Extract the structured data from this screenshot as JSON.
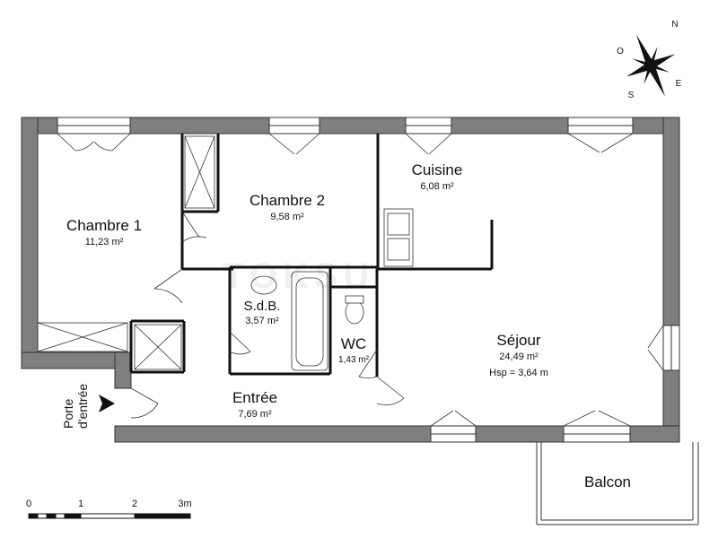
{
  "rooms": {
    "chambre1": {
      "name": "Chambre 1",
      "area": "11,23 m²"
    },
    "chambre2": {
      "name": "Chambre 2",
      "area": "9,58 m²"
    },
    "cuisine": {
      "name": "Cuisine",
      "area": "6,08 m²"
    },
    "sdb": {
      "name": "S.d.B.",
      "area": "3,57 m²"
    },
    "wc": {
      "name": "WC",
      "area": "1,43 m²"
    },
    "sejour": {
      "name": "Séjour",
      "area": "24,49 m²",
      "hsp": "Hsp = 3,64 m"
    },
    "entree": {
      "name": "Entrée",
      "area": "7,69 m²"
    },
    "balcon": {
      "name": "Balcon"
    }
  },
  "entrance": {
    "line1": "Porte",
    "line2": "d'entrée"
  },
  "scale": {
    "ticks": [
      "0",
      "1",
      "2",
      "3m"
    ]
  },
  "compass": {
    "n": "N",
    "o": "O",
    "e": "E",
    "s": "S"
  },
  "watermark": "TOKSU",
  "colors": {
    "wall": "#7f7f7f",
    "wall_outline": "#333333",
    "line": "#111111"
  }
}
